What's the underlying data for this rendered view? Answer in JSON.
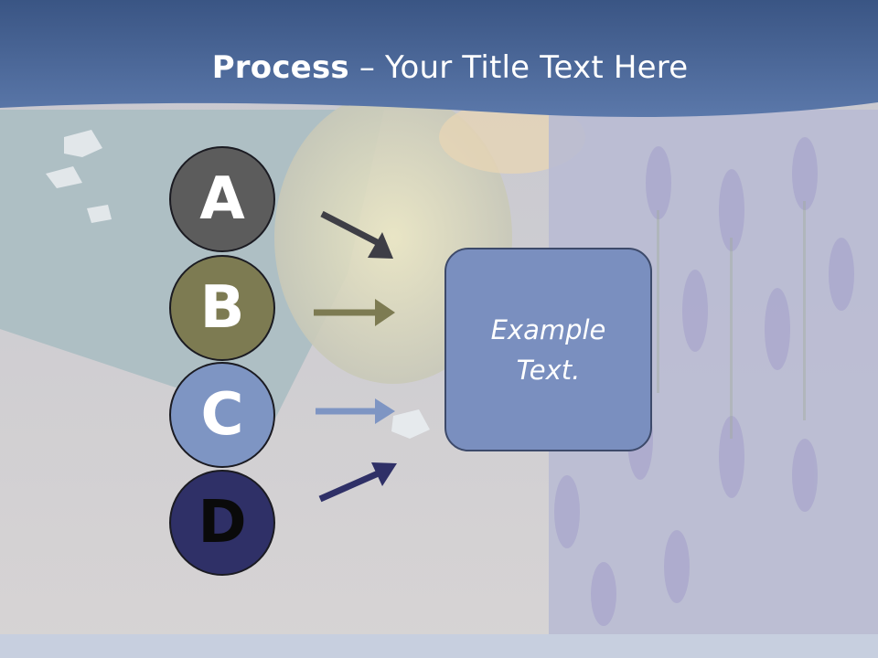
{
  "title": {
    "bold": "Process",
    "rest": " – Your Title Text Here"
  },
  "steps": [
    {
      "letter": "A",
      "color": "#5c5c5c"
    },
    {
      "letter": "B",
      "color": "#7d7b52"
    },
    {
      "letter": "C",
      "color": "#7e95c3"
    },
    {
      "letter": "D",
      "color": "#2f3067"
    }
  ],
  "arrow_colors": [
    "#3e3e46",
    "#7d7b52",
    "#7e95c3",
    "#2f3067"
  ],
  "result_box": {
    "text": "Example Text.",
    "color": "#7a8fbf"
  },
  "colors": {
    "header": "#4a6494",
    "footer": "#c7cfdf"
  }
}
